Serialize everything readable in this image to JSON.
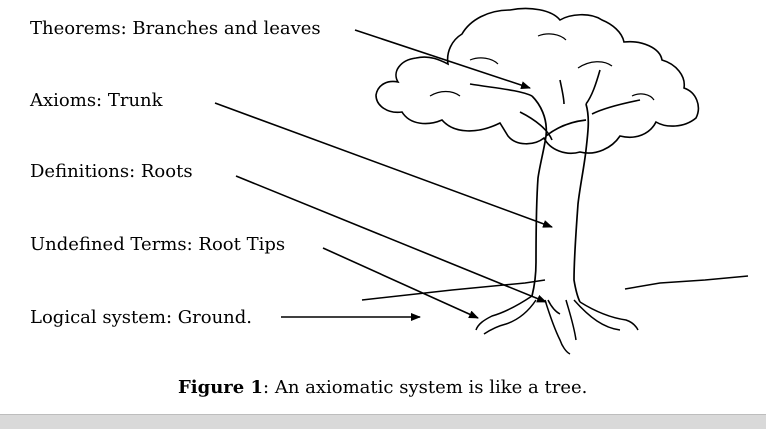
{
  "labels": {
    "theorems": "Theorems:  Branches and leaves",
    "axioms": "Axioms:  Trunk",
    "definitions": "Definitions:  Roots",
    "undefined_terms": "Undefined Terms:  Root Tips",
    "logical_system": "Logical system:  Ground."
  },
  "caption": {
    "figure": "Figure 1",
    "text": ":  An axiomatic system is like a tree."
  },
  "colors": {
    "ink": "#000000",
    "background": "#ffffff",
    "strip": "#d9d9d9"
  }
}
